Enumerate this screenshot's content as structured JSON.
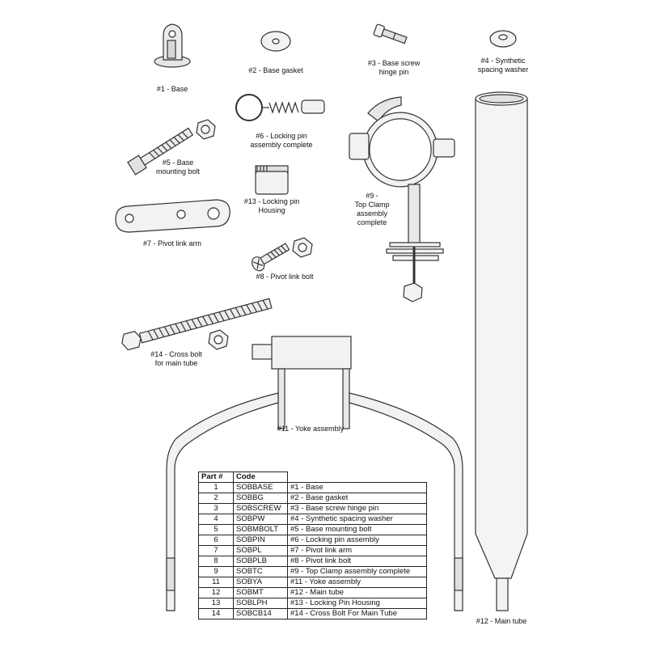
{
  "labels": {
    "base": "#1 - Base",
    "gasket": "#2 - Base gasket",
    "hinge_pin": [
      "#3 - Base screw",
      "hinge pin"
    ],
    "washer": [
      "#4 - Synthetic",
      "spacing washer"
    ],
    "mount_bolt": [
      "#5 - Base",
      "mounting bolt"
    ],
    "locking_pin": [
      "#6 - Locking pin",
      "assembly complete"
    ],
    "pivot_arm": "#7 - Pivot link arm",
    "pivot_bolt": "#8 - Pivot link bolt",
    "top_clamp": [
      "#9 -",
      "Top Clamp",
      "assembly",
      "complete"
    ],
    "yoke": "#11 - Yoke assembly",
    "main_tube": "#12 - Main tube",
    "pin_housing": [
      "#13 - Locking pin",
      "Housing"
    ],
    "cross_bolt": [
      "#14 - Cross bolt",
      "for main tube"
    ]
  },
  "table": {
    "headers": [
      "Part #",
      "Code",
      ""
    ],
    "rows": [
      [
        "1",
        "SOBBASE",
        "#1 - Base"
      ],
      [
        "2",
        "SOBBG",
        "#2 - Base gasket"
      ],
      [
        "3",
        "SOBSCREW",
        "#3 - Base screw hinge pin"
      ],
      [
        "4",
        "SOBPW",
        "#4 - Synthetic spacing washer"
      ],
      [
        "5",
        "SOBMBOLT",
        "#5 - Base mounting bolt"
      ],
      [
        "6",
        "SOBPIN",
        "#6 - Locking pin assembly"
      ],
      [
        "7",
        "SOBPL",
        "#7 - Pivot link arm"
      ],
      [
        "8",
        "SOBPLB",
        "#8 - Pivot link bolt"
      ],
      [
        "9",
        "SOBTC",
        "#9 - Top Clamp assembly complete"
      ],
      [
        "11",
        "SOBYA",
        "#11 - Yoke assembly"
      ],
      [
        "12",
        "SOBMT",
        "#12 - Main tube"
      ],
      [
        "13",
        "SOBLPH",
        "#13 - Locking Pin Housing"
      ],
      [
        "14",
        "SOBCB14",
        "#14 - Cross Bolt For Main Tube"
      ]
    ]
  },
  "colors": {
    "line": "#333333",
    "fill": "#f2f2f2",
    "shade": "#d6d6d6"
  }
}
